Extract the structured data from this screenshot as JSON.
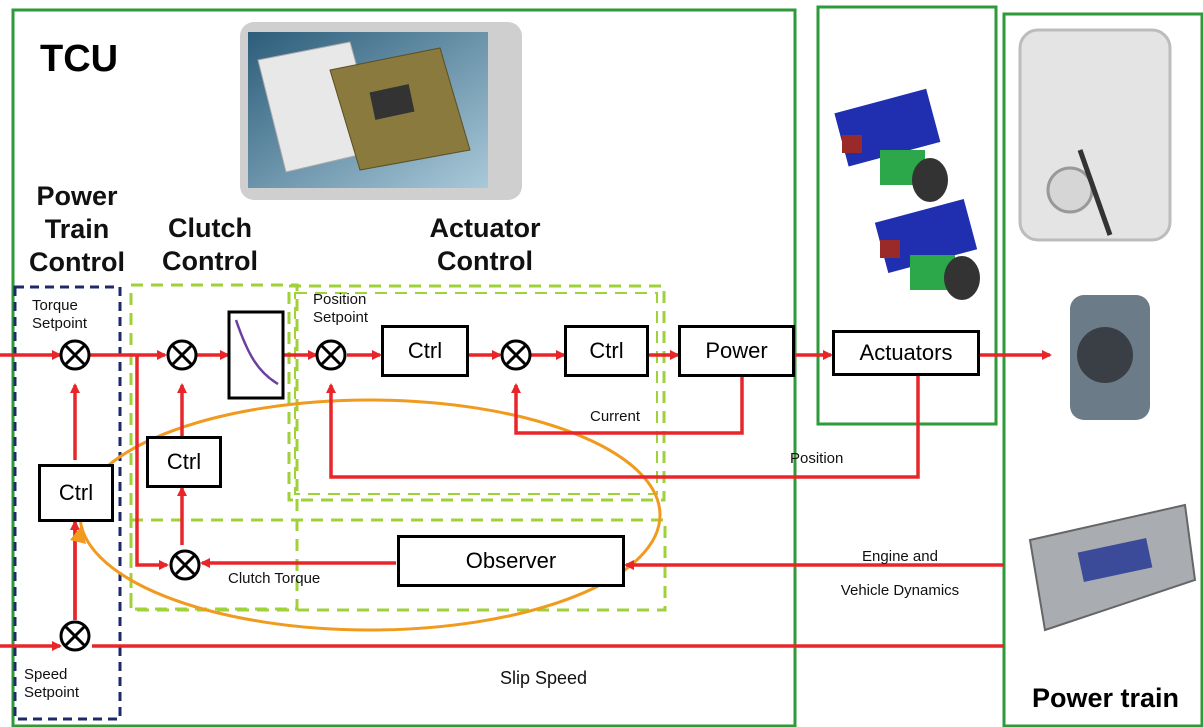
{
  "tcu": {
    "title": "TCU",
    "power_train_control": [
      "Power",
      "Train",
      "Control"
    ],
    "clutch_control": [
      "Clutch",
      "Control"
    ],
    "actuator_control": [
      "Actuator",
      "Control"
    ]
  },
  "blocks": {
    "ctrl": "Ctrl",
    "power": "Power",
    "actuators": "Actuators",
    "observer": "Observer"
  },
  "signals": {
    "torque_setpoint": [
      "Torque",
      "Setpoint"
    ],
    "position_setpoint": [
      "Position",
      "Setpoint"
    ],
    "current": "Current",
    "position": "Position",
    "clutch_torque": "Clutch Torque",
    "engine_dynamics": [
      "Engine and",
      "Vehicle Dynamics"
    ],
    "speed_setpoint": [
      "Speed",
      "Setpoint"
    ],
    "slip_speed": "Slip Speed"
  },
  "power_train": {
    "title": "Power train"
  },
  "colors": {
    "signal_line": "#e8262a",
    "region_border": "#2e9a3a",
    "dashed_green": "#9fd13a",
    "dashed_blue": "#1c2a6b",
    "observer_ellipse": "#f09a1e"
  }
}
